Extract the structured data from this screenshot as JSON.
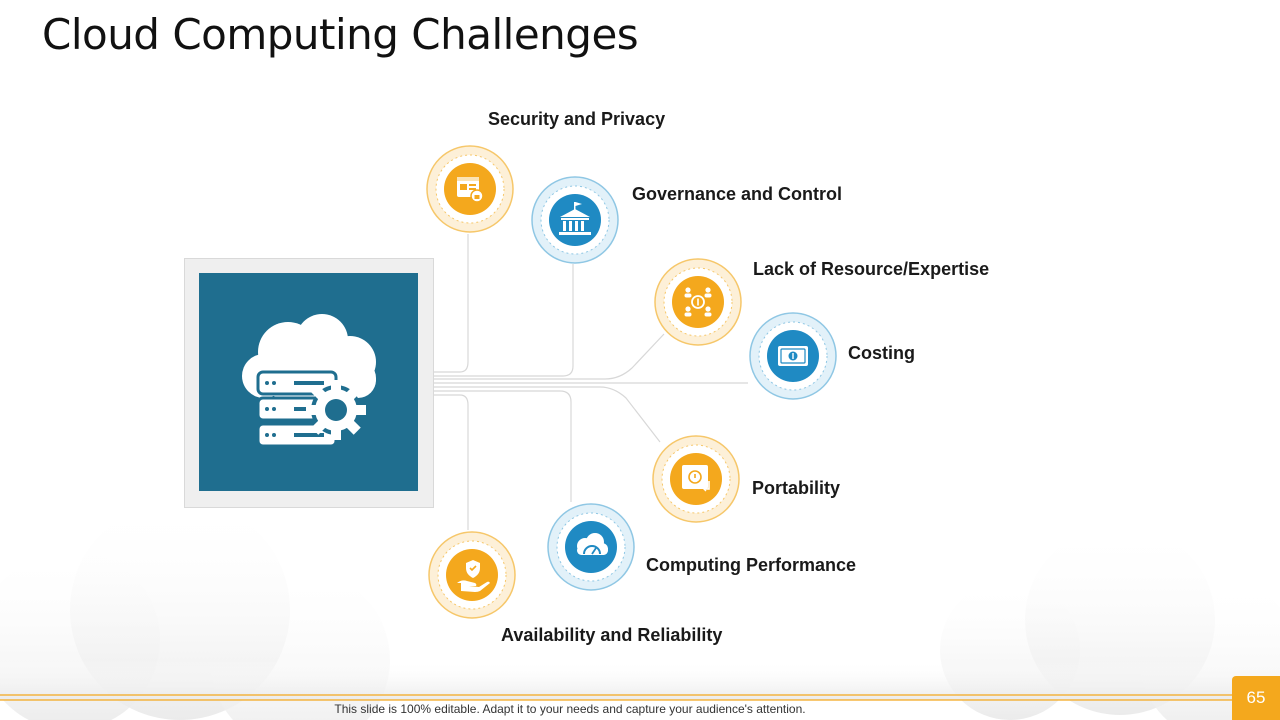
{
  "slide": {
    "title": "Cloud Computing Challenges",
    "footer": "This slide is 100% editable. Adapt it to your needs and capture your audience's attention.",
    "page_number": "65"
  },
  "colors": {
    "orange": "#f4a81d",
    "blue": "#1f8ac3",
    "hub": "#1f6e8f",
    "orange_ring": "#fdf0d8",
    "blue_ring": "#e2f1f9"
  },
  "hub": {
    "icon": "cloud-server-gear-icon"
  },
  "challenges": [
    {
      "label": "Security and Privacy",
      "icon": "browser-lock-icon",
      "color": "orange"
    },
    {
      "label": "Governance and Control",
      "icon": "government-building-icon",
      "color": "blue"
    },
    {
      "label": "Lack of Resource/Expertise",
      "icon": "people-dollar-network-icon",
      "color": "orange"
    },
    {
      "label": "Costing",
      "icon": "banknote-icon",
      "color": "blue"
    },
    {
      "label": "Portability",
      "icon": "safe-transfer-icon",
      "color": "orange"
    },
    {
      "label": "Computing Performance",
      "icon": "cloud-speedometer-icon",
      "color": "blue"
    },
    {
      "label": "Availability and Reliability",
      "icon": "hand-shield-icon",
      "color": "orange"
    }
  ]
}
